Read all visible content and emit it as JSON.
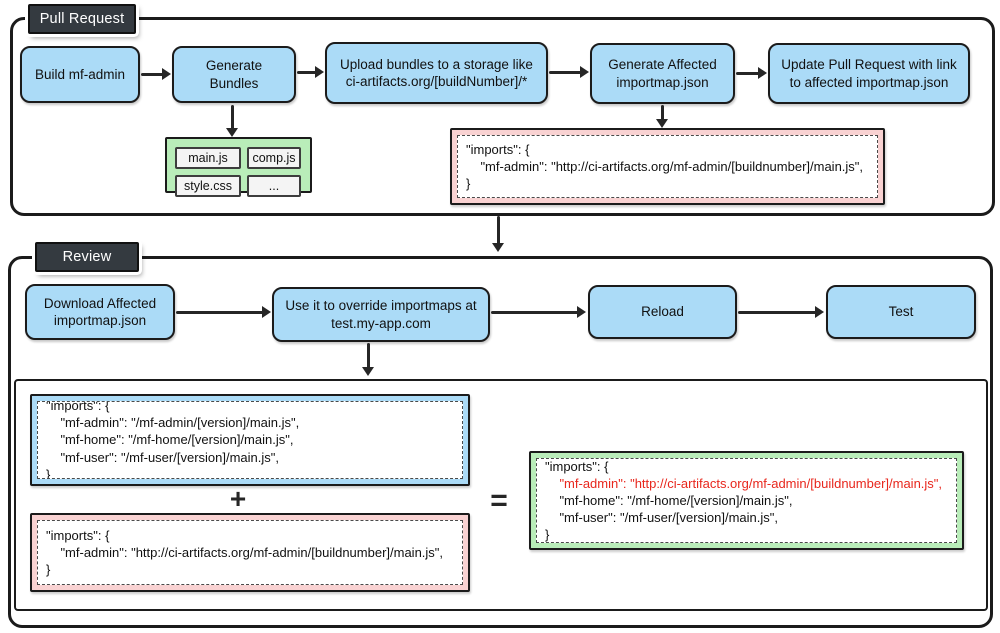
{
  "colors": {
    "node_fill": "#abdbf7",
    "green_fill": "#b9edb9",
    "pink_fill": "#f9d2d2",
    "label_fill": "#343a40",
    "stroke": "#1b1b1b",
    "highlight_text": "#e8271d"
  },
  "pull_request": {
    "label": "Pull Request",
    "nodes": [
      {
        "label": "Build mf-admin"
      },
      {
        "label": "Generate Bundles"
      },
      {
        "label": "Upload bundles to a storage like ci-artifacts.org/[buildNumber]/*"
      },
      {
        "label": "Generate Affected importmap.json"
      },
      {
        "label": "Update Pull Request with link to affected importmap.json"
      }
    ],
    "bundles": [
      "main.js",
      "comp.js",
      "style.css",
      "..."
    ],
    "affected_importmap": {
      "lines": [
        "\"imports\": {",
        "    \"mf-admin\": \"http://ci-artifacts.org/mf-admin/[buildnumber]/main.js\",",
        "}"
      ]
    }
  },
  "review": {
    "label": "Review",
    "nodes": [
      {
        "label": "Download Affected importmap.json"
      },
      {
        "label": "Use it to override importmaps at test.my-app.com"
      },
      {
        "label": "Reload"
      },
      {
        "label": "Test"
      }
    ],
    "merge": {
      "base_importmap": {
        "lines": [
          "\"imports\": {",
          "    \"mf-admin\": \"/mf-admin/[version]/main.js\",",
          "    \"mf-home\": \"/mf-home/[version]/main.js\",",
          "    \"mf-user\": \"/mf-user/[version]/main.js\",",
          "}"
        ]
      },
      "plus_operator": "+",
      "override_importmap": {
        "lines": [
          "\"imports\": {",
          "    \"mf-admin\": \"http://ci-artifacts.org/mf-admin/[buildnumber]/main.js\",",
          "}"
        ]
      },
      "equals_operator": "=",
      "result_importmap": {
        "highlighted_line_index": 1,
        "lines": [
          "\"imports\": {",
          "    \"mf-admin\": \"http://ci-artifacts.org/mf-admin/[buildnumber]/main.js\",",
          "    \"mf-home\": \"/mf-home/[version]/main.js\",",
          "    \"mf-user\": \"/mf-user/[version]/main.js\",",
          "}"
        ]
      }
    }
  }
}
